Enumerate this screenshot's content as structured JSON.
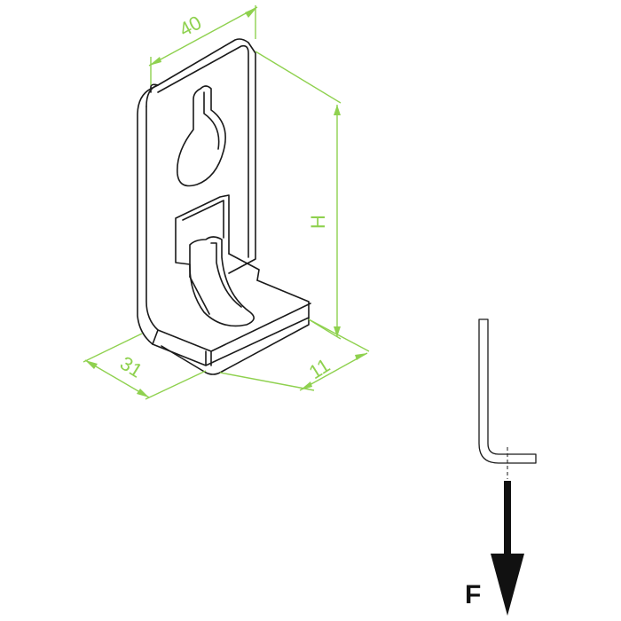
{
  "diagram": {
    "dimensions": {
      "width_top": "40",
      "height": "H",
      "depth": "31",
      "thickness": "11"
    },
    "force_label": "F",
    "colors": {
      "dimension": "#8fd14f",
      "outline": "#1a1a1a",
      "force": "#111111",
      "background": "#ffffff"
    }
  }
}
